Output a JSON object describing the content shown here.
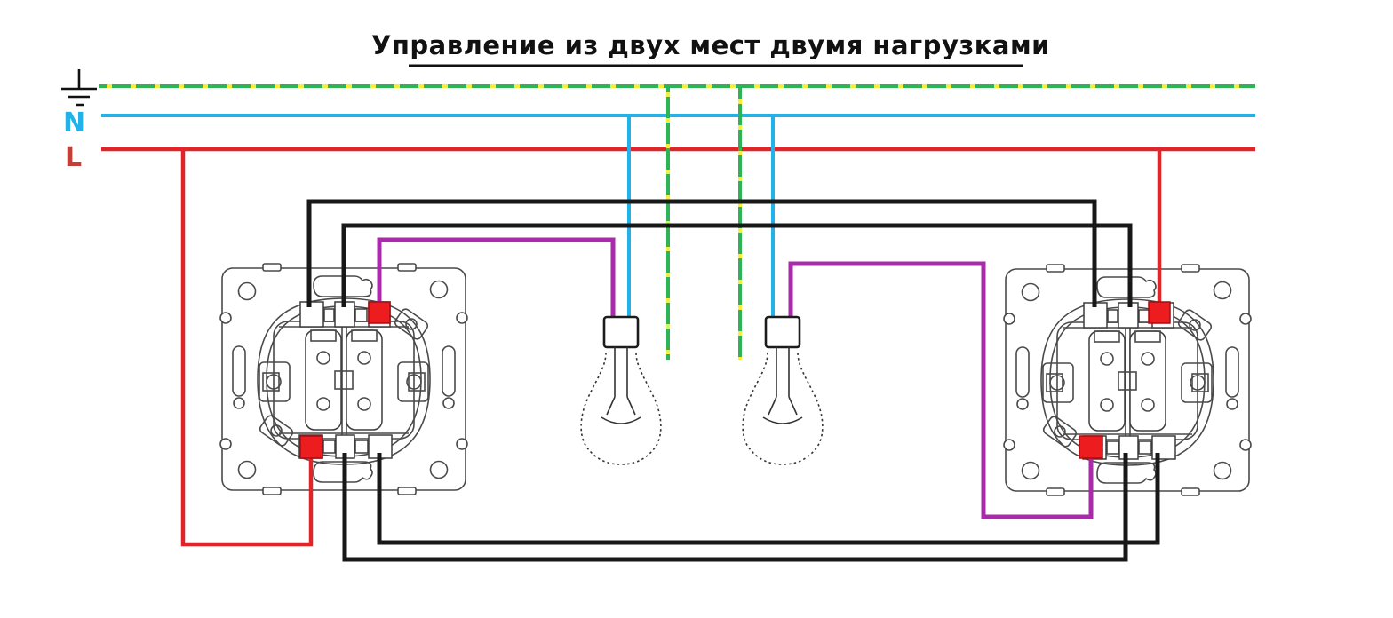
{
  "title": {
    "text": "Управление из двух мест двумя нагрузками"
  },
  "bus_labels": {
    "neutral": "N",
    "line": "L"
  },
  "icons": {
    "ground": "earth-ground-symbol"
  },
  "colors": {
    "pe_green": "#2eb457",
    "pe_yellow": "#f3ef3e",
    "neutral": "#22b2e8",
    "line": "#e0252a",
    "line_label": "#c0403a",
    "load": "#aa2ba9",
    "traveler": "#181818",
    "terminal": "#ed1c1f",
    "outline": "#4a4a4a",
    "bulb_outline": "#333333",
    "ink": "#111111"
  }
}
